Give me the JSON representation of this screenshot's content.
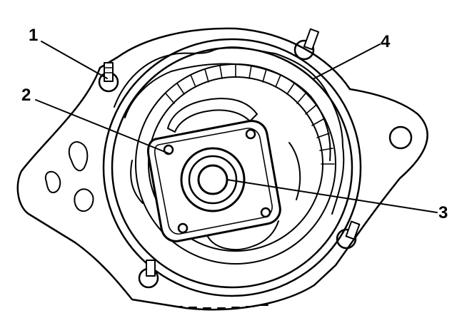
{
  "diagram": {
    "callouts": [
      {
        "id": "1",
        "label": "1",
        "part": "mounting-stud"
      },
      {
        "id": "2",
        "label": "2",
        "part": "bearing-retainer-plate"
      },
      {
        "id": "3",
        "label": "3",
        "part": "bearing"
      },
      {
        "id": "4",
        "label": "4",
        "part": "stator-winding"
      }
    ],
    "colors": {
      "ink": "#000000",
      "paper": "#ffffff"
    }
  }
}
